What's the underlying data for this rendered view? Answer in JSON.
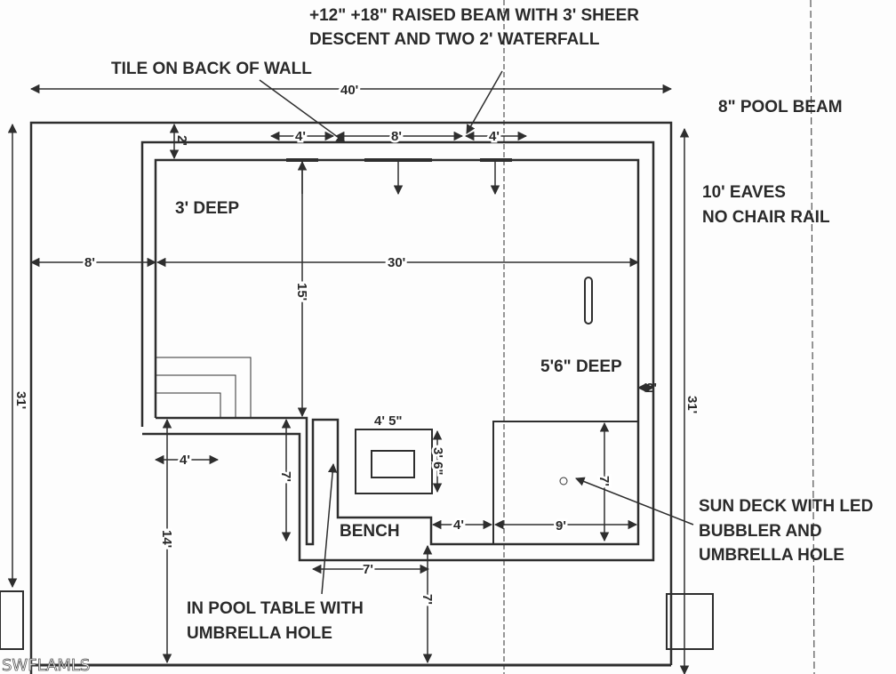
{
  "notes": {
    "raised_beam_1": "+12\" +18\" RAISED BEAM WITH 3' SHEER",
    "raised_beam_2": "DESCENT AND TWO 2' WATERFALL",
    "tile": "TILE ON BACK OF WALL",
    "pool_beam": "8\" POOL BEAM",
    "eaves_1": "10' EAVES",
    "eaves_2": "NO CHAIR RAIL",
    "shallow": "3' DEEP",
    "deep": "5'6\" DEEP",
    "bench": "BENCH",
    "sundeck_1": "SUN DECK WITH LED",
    "sundeck_2": "BUBBLER AND",
    "sundeck_3": "UMBRELLA HOLE",
    "table_1": "IN POOL TABLE WITH",
    "table_2": "UMBRELLA HOLE"
  },
  "dimensions": {
    "overall_width": "40'",
    "left_depth": "31'",
    "right_depth": "31'",
    "beam_top": "2'",
    "wf_left": "4'",
    "wf_mid": "8'",
    "wf_right": "4'",
    "deck_left": "8'",
    "pool_width": "30'",
    "pool_length": "15'",
    "beam_right": "2'",
    "step_width": "4'",
    "deck_front": "14'",
    "bench_depth": "7'",
    "table_w": "4' 5\"",
    "table_h": "3' 6\"",
    "bench_gap": "4'",
    "sundeck_w": "9'",
    "sundeck_h": "7'",
    "table_offset": "7'",
    "front_offset": "7'"
  },
  "watermark": "SWFLAMLS"
}
